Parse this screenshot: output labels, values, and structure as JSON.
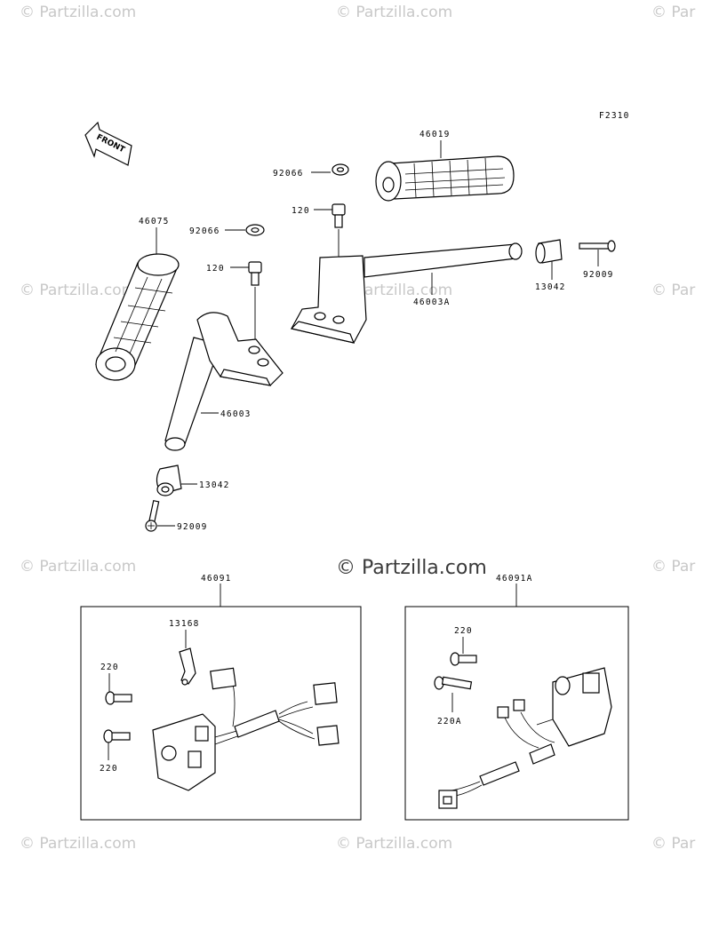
{
  "watermark": {
    "text": "© Partzilla.com",
    "edge_text": "© Par",
    "center_text": "© Partzilla.com"
  },
  "figure_code": "F2310",
  "front_label": "FRONT",
  "parts": {
    "p46019": "46019",
    "p92066_top": "92066",
    "p120_top": "120",
    "p46075": "46075",
    "p92066_mid": "92066",
    "p120_mid": "120",
    "p46003A": "46003A",
    "p13042_right": "13042",
    "p92009_right": "92009",
    "p46003": "46003",
    "p13042_left": "13042",
    "p92009_left": "92009",
    "p46091": "46091",
    "p46091A": "46091A",
    "p13168": "13168",
    "p220_a": "220",
    "p220_b": "220",
    "p220_c": "220",
    "p220A": "220A"
  }
}
